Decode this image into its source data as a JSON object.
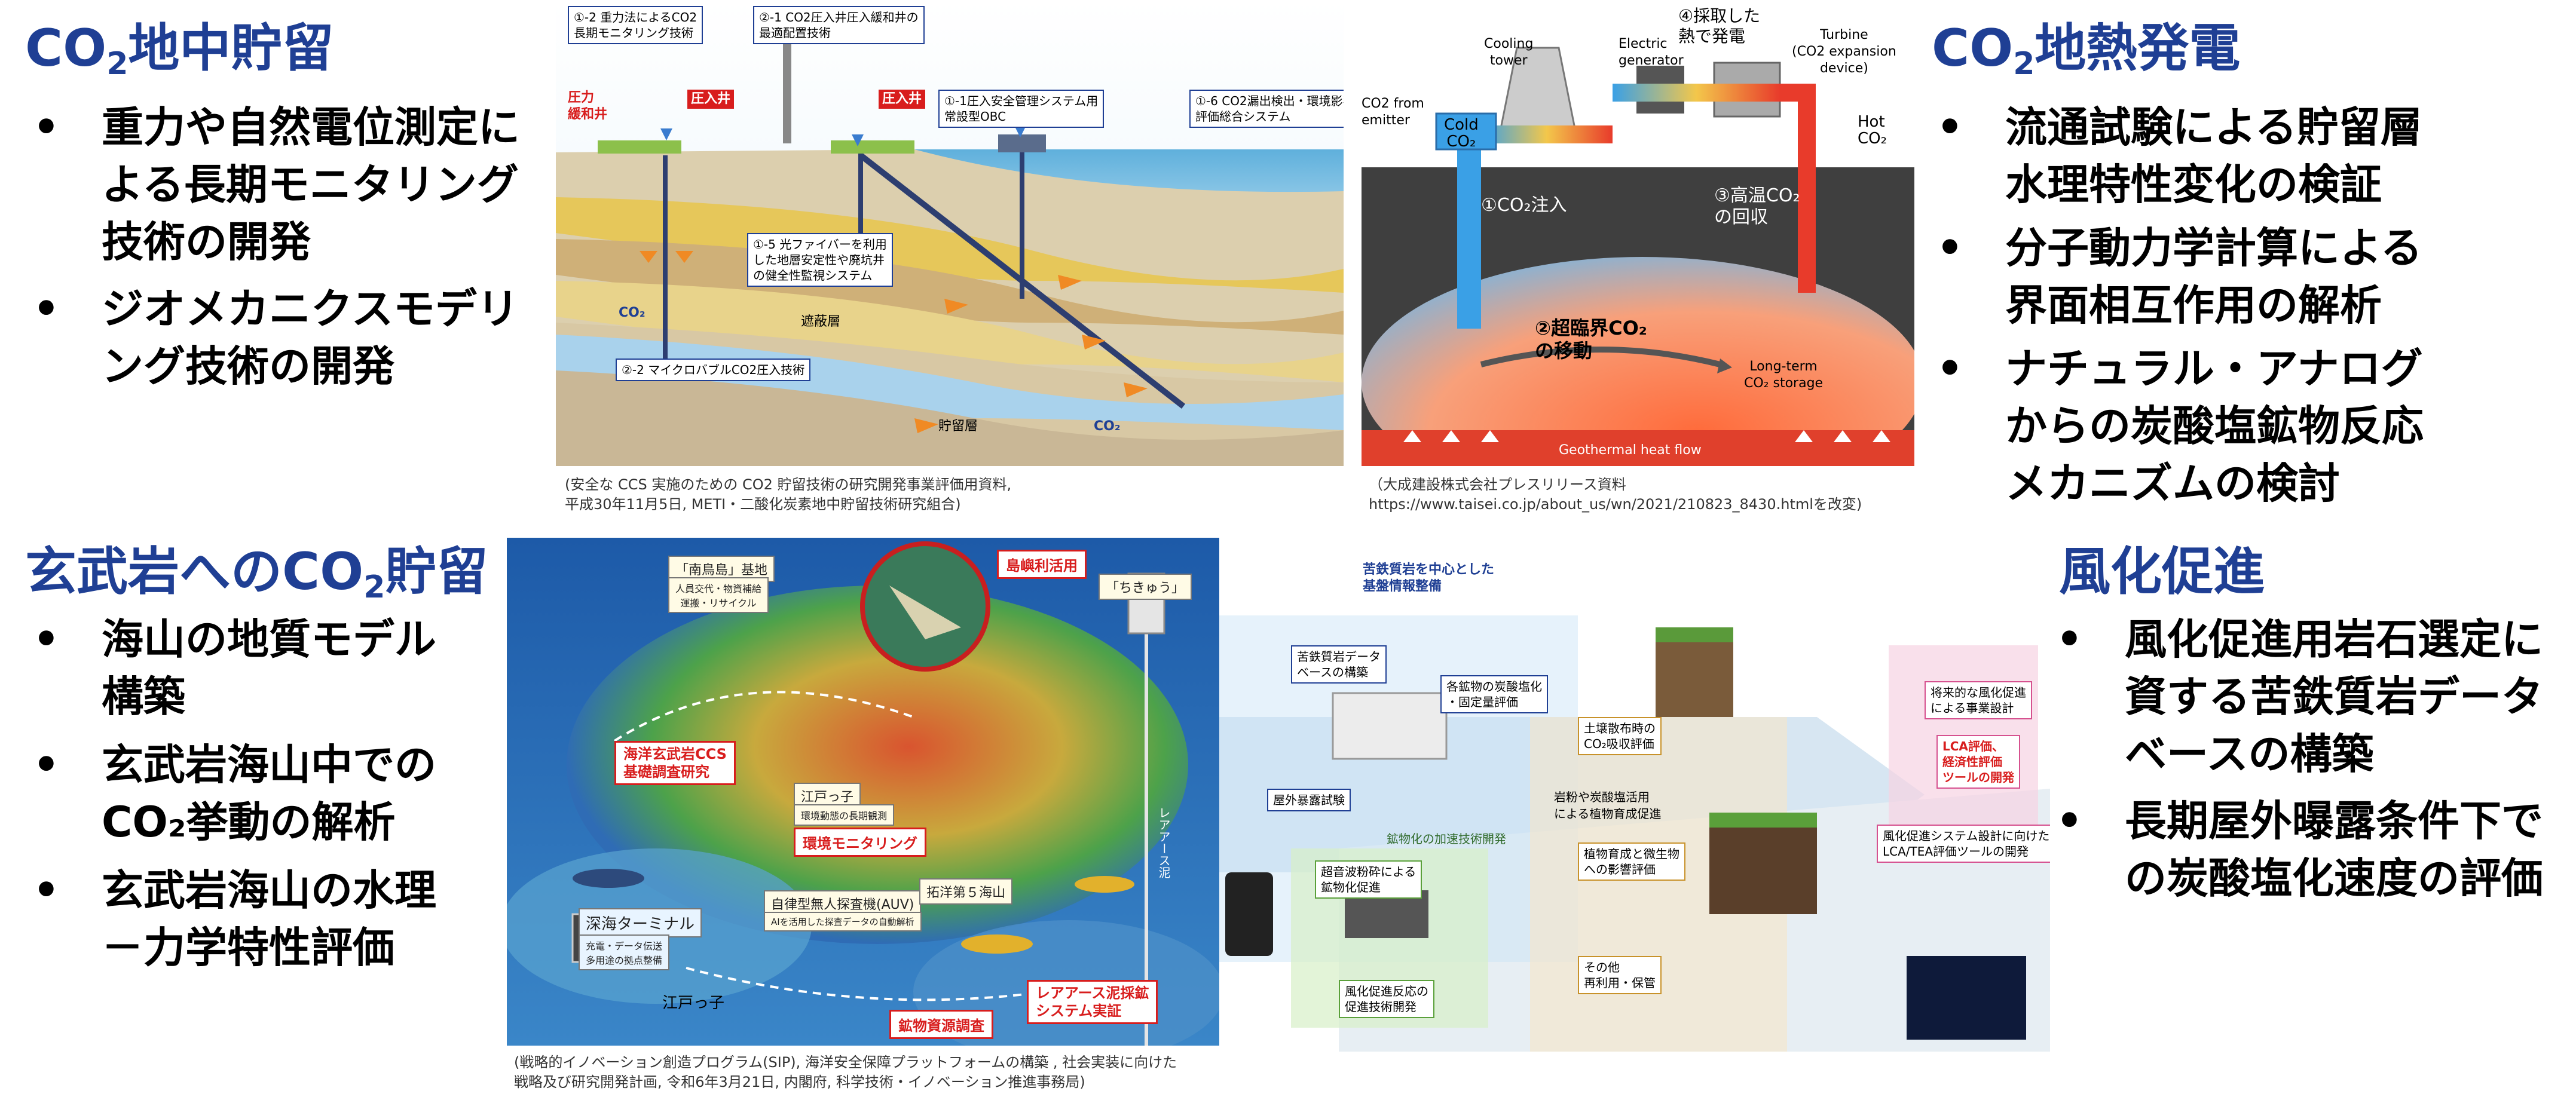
{
  "sections": {
    "storage": {
      "title_a": "CO",
      "title_sub": "2",
      "title_b": "地中貯留",
      "bullets": [
        {
          "lines": [
            "重力や自然電位測定に",
            "よる長期モニタリング",
            "技術の開発"
          ]
        },
        {
          "lines": [
            "ジオメカニクスモデリ",
            "ング技術の開発"
          ]
        }
      ]
    },
    "geothermal": {
      "title_a": "CO",
      "title_sub": "2",
      "title_b": "地熱発電",
      "bullets": [
        {
          "lines": [
            "流通試験による貯留層",
            "水理特性変化の検証"
          ]
        },
        {
          "lines": [
            "分子動力学計算による",
            "界面相互作用の解析"
          ]
        },
        {
          "lines": [
            "ナチュラル・アナログ",
            "からの炭酸塩鉱物反応",
            "メカニズムの検討"
          ]
        }
      ]
    },
    "basalt": {
      "title_a": "玄武岩へのCO",
      "title_sub": "2",
      "title_b": "貯留",
      "bullets": [
        {
          "lines": [
            "海山の地質モデル",
            "構築"
          ]
        },
        {
          "lines": [
            "玄武岩海山中での",
            "CO₂挙動の解析"
          ]
        },
        {
          "lines": [
            "玄武岩海山の水理",
            "－力学特性評価"
          ]
        }
      ]
    },
    "weathering": {
      "title": "風化促進",
      "bullets": [
        {
          "lines": [
            "風化促進用岩石選定に",
            "資する苦鉄質岩データ",
            "ベースの構築"
          ]
        },
        {
          "lines": [
            "長期屋外曝露条件下で",
            "の炭酸塩化速度の評価"
          ]
        }
      ]
    }
  },
  "figures": {
    "storage": {
      "caption": [
        "(安全な CCS 実施のための CO2 貯留技術の研究開発事業評価用資料,",
        "平成30年11月5日, METI・二酸化炭素地中貯留技術研究組合)"
      ],
      "labels": {
        "l1": "①-2 重力法によるCO2\n長期モニタリング技術",
        "l2": "②-1 CO2圧入井圧入緩和井の\n最適配置技術",
        "l3": "①-1圧入安全管理システム用\n常設型OBC",
        "l4": "①-6 CO2漏出検出・環境影響\n評価総合システム",
        "l5": "①-5 光ファイバーを利用\nした地層安定性や廃坑井\nの健全性監視システム",
        "l6": "②-2 マイクロバブルCO2圧入技術",
        "well_relief": "圧力\n緩和井",
        "well_inj1": "圧入井",
        "well_inj2": "圧入井",
        "cap": "遮蔽層",
        "reservoir": "貯留層",
        "co2_a": "CO₂",
        "co2_b": "CO₂"
      }
    },
    "geothermal": {
      "caption": [
        "（大成建設株式会社プレスリリース資料",
        "https://www.taisei.co.jp/about_us/wn/2021/210823_8430.htmlを改変)"
      ],
      "labels": {
        "cooling": "Cooling\ntower",
        "electric": "Electric\ngenerator",
        "extract": "④採取した\n熱で発電",
        "turbine": "Turbine\n(CO2 expansion\ndevice)",
        "from_emitter": "CO2 from\nemitter",
        "cold": "Cold\nCO₂",
        "hot": "Hot\nCO₂",
        "inject": "①CO₂注入",
        "recover": "③高温CO₂\nの回収",
        "supercritical": "②超臨界CO₂\nの移動",
        "longterm": "Long-term\nCO₂ storage",
        "heatflow": "Geothermal heat flow"
      }
    },
    "basalt": {
      "caption": [
        "(戦略的イノベーション創造プログラム(SIP), 海洋安全保障プラットフォームの構築 , 社会実装に向けた",
        "戦略及び研究開発計画, 令和6年3月21日, 内閣府, 科学技術・イノベーション推進事務局)"
      ],
      "labels": {
        "base": "「南鳥島」基地",
        "base_sub": "人員交代・物資補給\n運搬・リサイクル",
        "island": "島嶼利活用",
        "chikyu": "「ちきゅう」",
        "ccs": "海洋玄武岩CCS\n基礎調査研究",
        "edokko": "江戸っ子",
        "edokko_sub": "環境動態の長期観測",
        "env": "環境モニタリング",
        "rare_mud": "レアアース泥",
        "auv": "自律型無人探査機(AUV)",
        "auv_sub": "AIを活用した探査データの自動解析",
        "takuyo": "拓洋第５海山",
        "terminal": "深海ターミナル",
        "terminal_sub": "充電・データ伝送\n多用途の拠点整備",
        "edokko2": "江戸っ子",
        "resource": "鉱物資源調査",
        "rare_sys": "レアアース泥採鉱\nシステム実証"
      }
    },
    "weathering": {
      "labels": {
        "header": "苦鉄質岩を中心とした\n基盤情報整備",
        "db": "苦鉄質岩データ\nベースの構築",
        "carbonation": "各鉱物の炭酸塩化\n・固定量評価",
        "outdoor": "屋外暴露試験",
        "soil": "土壌散布時の\nCO₂吸収評価",
        "rock_use": "岩粉や炭酸塩活用\nによる植物育成促進",
        "plant": "植物育成と微生物\nへの影響評価",
        "design": "将来的な風化促進\nによる事業設計",
        "lca": "LCA評価、\n経済性評価\nツールの開発",
        "accel": "鉱物化の加速技術開発",
        "ultra": "超音波粉砕による\n鉱物化促進",
        "system": "風化促進システム設計に向けた\nLCA/TEA評価ツールの開発",
        "reaction": "風化促進反応の\n促進技術開発",
        "other": "その他\n再利用・保管"
      }
    }
  }
}
